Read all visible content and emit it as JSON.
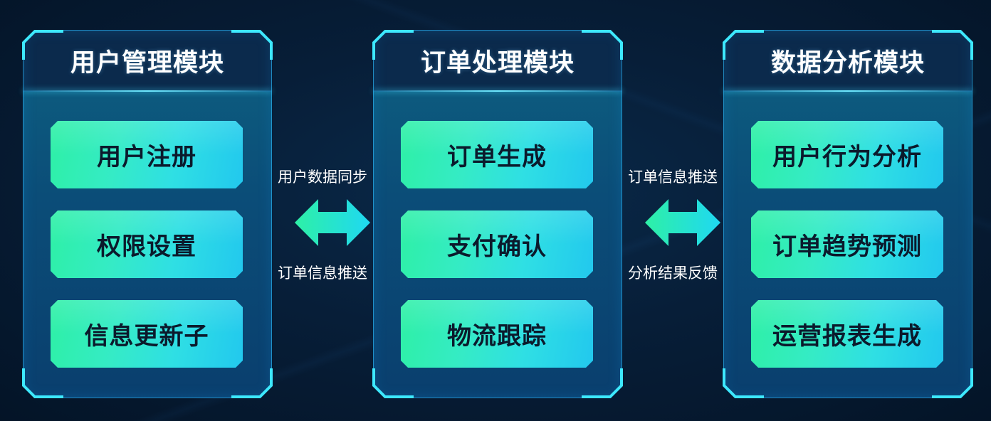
{
  "colors": {
    "background": "#071e38",
    "panel_border": "#28aae6",
    "corner_accent": "#3de8ff",
    "card_gradient_start": "#2ef0a6",
    "card_gradient_end": "#22c8ee",
    "card_text": "#0b1a2c",
    "title_text": "#ffffff"
  },
  "modules": [
    {
      "title": "用户管理模块",
      "items": [
        "用户注册",
        "权限设置",
        "信息更新子"
      ]
    },
    {
      "title": "订单处理模块",
      "items": [
        "订单生成",
        "支付确认",
        "物流跟踪"
      ]
    },
    {
      "title": "数据分析模块",
      "items": [
        "用户行为分析",
        "订单趋势预测",
        "运营报表生成"
      ]
    }
  ],
  "connectors": [
    {
      "top_label": "用户数据同步",
      "bottom_label": "订单信息推送",
      "icon": "double-arrow-icon"
    },
    {
      "top_label": "订单信息推送",
      "bottom_label": "分析结果反馈",
      "icon": "double-arrow-icon"
    }
  ]
}
